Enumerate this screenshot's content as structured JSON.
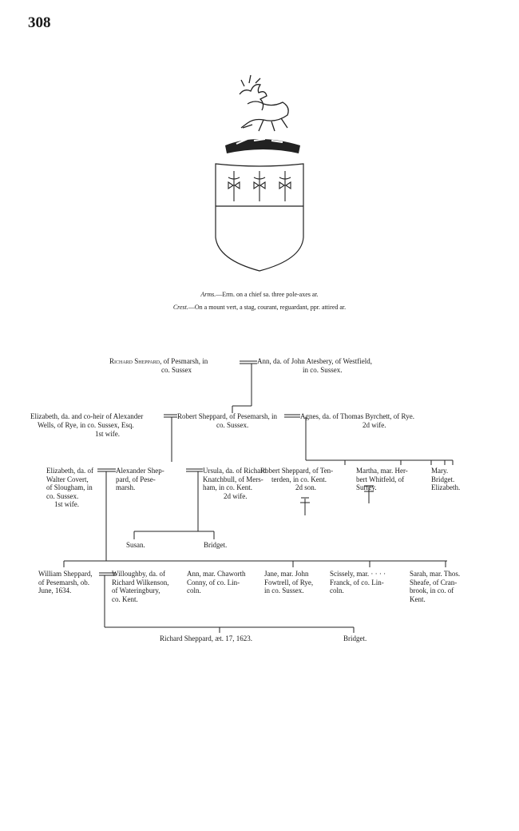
{
  "page": {
    "number": "308"
  },
  "arms": {
    "arms_label": "Arms.",
    "arms_text": "—Erm. on a chief sa. three pole-axes ar.",
    "crest_label": "Crest.",
    "crest_text": "—On a mount vert, a stag, courant, reguardant, ppr. attired ar."
  },
  "pedigree": {
    "gen1": {
      "richard_a": "Richard Sheppard",
      "richard_b": ", of Pesmarsh, in",
      "richard_2": "co. Sussex",
      "ann_1": "Ann, da. of John Atesbery, of Westfield,",
      "ann_2": "in co. Sussex."
    },
    "gen2": {
      "elizabeth_1": "Elizabeth, da. and co-heir of Alexander",
      "elizabeth_2": "Wells, of Rye, in co. Sussex, Esq.",
      "elizabeth_3": "1st wife.",
      "robert_1": "Robert Sheppard, of Pesemarsh, in",
      "robert_2": "co. Sussex.",
      "agnes_1": "Agnes, da. of Thomas Byrchett, of Rye.",
      "agnes_2": "2d wife."
    },
    "gen3": {
      "eliz_covert": [
        "Elizabeth, da. of",
        "Walter Covert,",
        "of Slougham, in",
        "co. Sussex.",
        "1st wife."
      ],
      "alexander": [
        "Alexander Shep-",
        "pard, of Pese-",
        "marsh."
      ],
      "ursula": [
        "Ursula, da. of Richard",
        "Knatchbull, of Mers-",
        "ham, in co. Kent.",
        "2d wife."
      ],
      "robert_tenterden": [
        "Robert Sheppard, of Ten-",
        "terden, in co. Kent.",
        "2d son."
      ],
      "martha": [
        "Martha, mar. Her-",
        "bert Whitfeld, of",
        "Surrey."
      ],
      "mary": [
        "Mary.",
        "Bridget.",
        "Elizabeth."
      ]
    },
    "gen4a": {
      "susan": "Susan.",
      "bridget": "Bridget."
    },
    "gen4": {
      "william": [
        "William Sheppard,",
        "of Pesemarsh, ob.",
        "June, 1634."
      ],
      "willoughby": [
        "Willoughby, da. of",
        "Richard Wilkenson,",
        "of Wateringbury,",
        "co. Kent."
      ],
      "ann": [
        "Ann, mar. Chaworth",
        "Conny, of co. Lin-",
        "coln."
      ],
      "jane": [
        "Jane, mar. John",
        "Fowtrell, of Rye,",
        "in co. Sussex."
      ],
      "scissely": [
        "Scissely, mar. · · · ·",
        "Franck, of co. Lin-",
        "coln."
      ],
      "sarah": [
        "Sarah, mar. Thos.",
        "Sheafe, of Cran-",
        "brook, in co. of",
        "Kent."
      ]
    },
    "gen5": {
      "richard": "Richard Sheppard, æt. 17, 1623.",
      "bridget": "Bridget."
    }
  }
}
